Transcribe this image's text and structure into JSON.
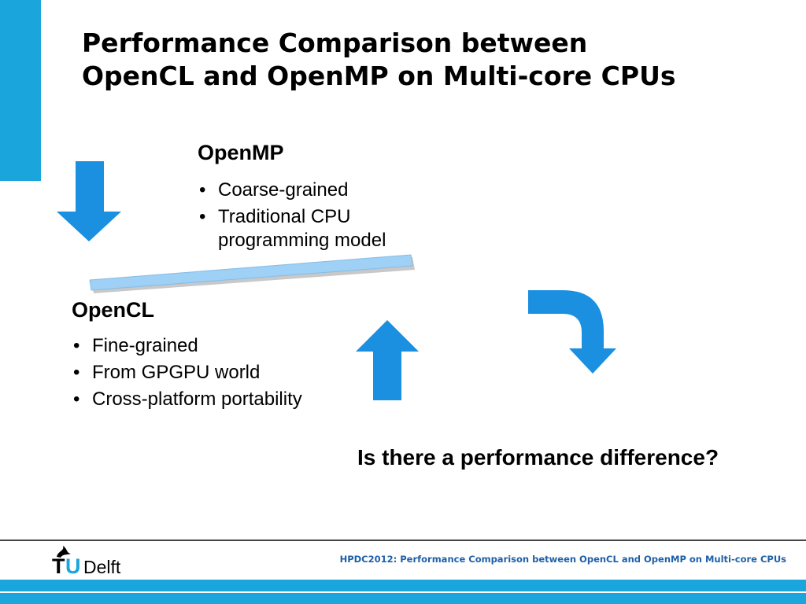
{
  "slide": {
    "title_lines": [
      "Performance Comparison between",
      "OpenCL and OpenMP on Multi-core CPUs"
    ]
  },
  "openmp": {
    "heading": "OpenMP",
    "bullets": [
      "Coarse-grained",
      "Traditional CPU programming model"
    ]
  },
  "opencl": {
    "heading": "OpenCL",
    "bullets": [
      "Fine-grained",
      "From GPGPU world",
      "Cross-platform portability"
    ]
  },
  "question": "Is there a performance difference?",
  "footer": {
    "citation": "HPDC2012: Performance Comparison between OpenCL and OpenMP on Multi-core CPUs",
    "logo_t": "T",
    "logo_u": "U",
    "logo_text": "Delft"
  },
  "icons": {
    "down": "arrow-down-icon",
    "up": "arrow-up-icon",
    "turn": "arrow-turn-down-icon",
    "seesaw": "seesaw-bar",
    "logo": "flame-icon"
  },
  "colors": {
    "accent": "#1aa5dc",
    "arrow": "#1b8fe0",
    "bar": "#9fd0f5",
    "footer_text": "#1d5fa8"
  }
}
